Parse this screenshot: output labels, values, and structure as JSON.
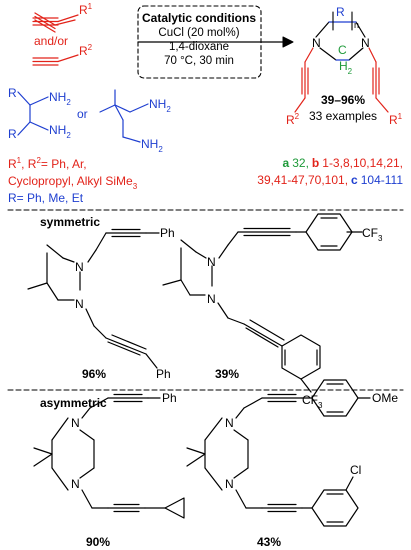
{
  "reagents": {
    "alkyne_r1_sup": "1",
    "and_or": "and/or",
    "alkyne_r2_sup": "2",
    "r_label": "R",
    "nh2": "NH",
    "nh2_sub": "2",
    "or": "or",
    "r_definitions": {
      "line1_prefix": "R",
      "line1_sup1": "1",
      "line1_mid": ", R",
      "line1_sup2": "2",
      "line1_suffix": "= Ph, Ar,",
      "line2": "Cyclopropyl, Alkyl SiMe",
      "line2_sub": "3"
    },
    "r_groups": "R= Ph, Me, Et"
  },
  "conditions": {
    "title": "Catalytic conditions",
    "line1": "CuCl (20 mol%)",
    "line2": "1,4-dioxane",
    "line3": "70 °C, 30 min"
  },
  "product": {
    "n_label": "N",
    "ring_r": "R",
    "ring_n": "n",
    "h2": "H",
    "h2_sub": "2",
    "c": "C",
    "r2": "R",
    "r2_sup": "2",
    "r1": "R",
    "r1_sup": "1",
    "yield_range": "39–96%",
    "examples": "33 examples"
  },
  "compound_refs": {
    "a_letter": "a",
    "a_values": "32,",
    "b_letter": "b",
    "b_values_1": "1-3,8,10,14,21,",
    "b_values_2": "39,41-47,70,101,",
    "c_letter": "c",
    "c_values": "104-111"
  },
  "symmetric": {
    "heading": "symmetric",
    "ph": "Ph",
    "cf3": "CF",
    "cf3_sub": "3",
    "yield1": "96%",
    "yield2": "39%"
  },
  "asymmetric": {
    "heading": "asymmetric",
    "ph": "Ph",
    "ome": "OMe",
    "cl": "Cl",
    "yield1": "90%",
    "yield2": "43%"
  },
  "colors": {
    "red": "#e2231a",
    "blue": "#1f3fd0",
    "green": "#1f9a3a",
    "black": "#000000"
  }
}
